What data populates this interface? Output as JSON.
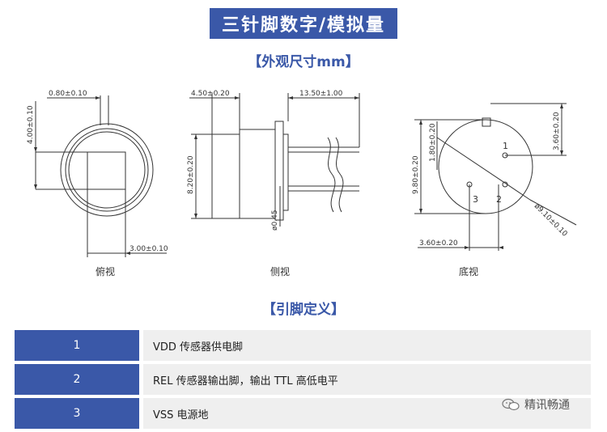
{
  "title": "三针脚数字/模拟量",
  "sections": {
    "dimensions": "【外观尺寸mm】",
    "pin_definition": "【引脚定义】"
  },
  "views": {
    "top": {
      "label": "俯视",
      "dims": [
        "0.80±0.10",
        "4.00±0.10",
        "3.00±0.10"
      ]
    },
    "side": {
      "label": "侧视",
      "dims": [
        "4.50±0.20",
        "13.50±1.00",
        "8.20±0.20",
        "ø0.45"
      ]
    },
    "bottom": {
      "label": "底视",
      "dims": [
        "1.80±0.20",
        "9.80±0.20",
        "3.60±0.20",
        "3.60±0.20",
        "ø9.10±0.10"
      ],
      "pins": [
        "1",
        "2",
        "3"
      ]
    }
  },
  "pins": [
    {
      "number": "1",
      "description": "VDD 传感器供电脚"
    },
    {
      "number": "2",
      "description": "REL 传感器输出脚，输出 TTL 高低电平"
    },
    {
      "number": "3",
      "description": "VSS 电源地"
    }
  ],
  "watermark": "精讯畅通",
  "colors": {
    "accent": "#3a58a8",
    "row_bg": "#efefef"
  }
}
